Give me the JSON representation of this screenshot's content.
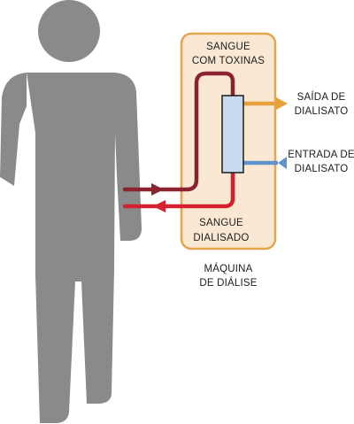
{
  "labels": {
    "blood_with_toxins": [
      "SANGUE",
      "COM TOXINAS"
    ],
    "dialyzed_blood": [
      "SANGUE",
      "DIALISADO"
    ],
    "dialysis_machine": [
      "MÁQUINA",
      "DE DIÁLISE"
    ],
    "dialysate_out": [
      "SAÍDA DE",
      "DIALISATO"
    ],
    "dialysate_in": [
      "ENTRADA DE",
      "DIALISATO"
    ]
  },
  "colors": {
    "person": "#8a8a8a",
    "machine_fill": "#fbe8d2",
    "machine_border": "#e3a54e",
    "blood_out_tube": "#8b2230",
    "blood_in_tube": "#d3202e",
    "dialysate_out_tube": "#e8a23b",
    "dialysate_in_tube": "#5f93cc",
    "filter_fill": "#c9dbee",
    "filter_border": "#1a1a1a"
  },
  "icons": {
    "person": "human-silhouette",
    "filter": "dialyzer-cartridge"
  }
}
